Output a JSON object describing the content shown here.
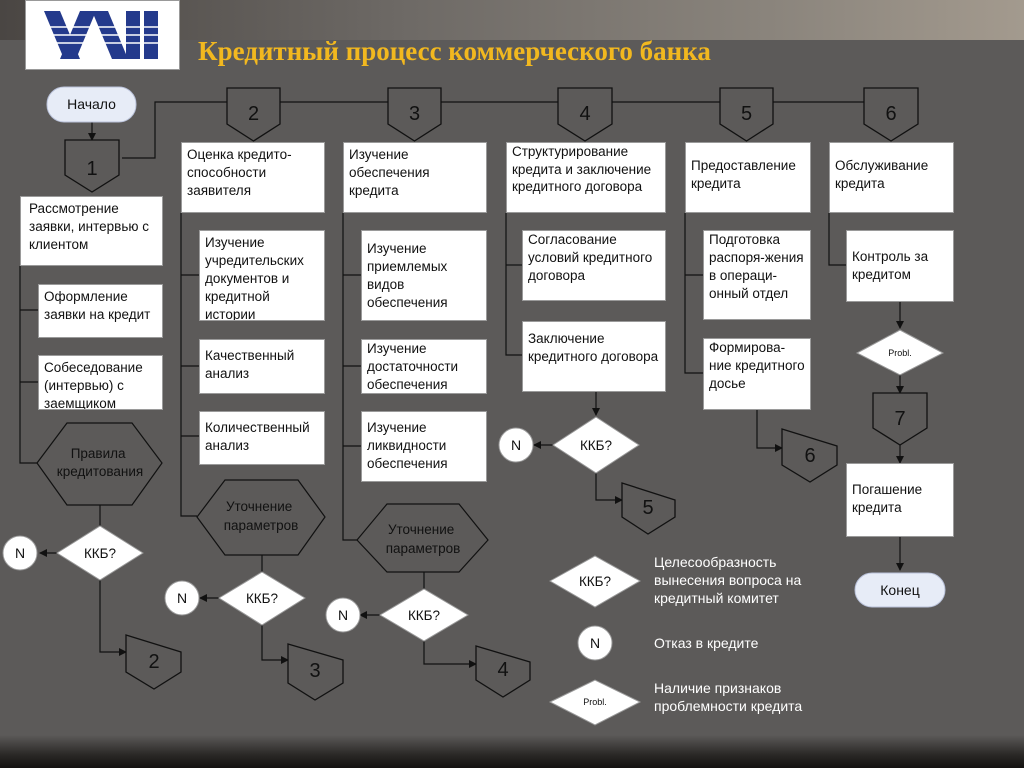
{
  "title": "Кредитный процесс коммерческого банка",
  "start": "Начало",
  "end": "Конец",
  "kkb": "ККБ?",
  "n": "N",
  "probl": "Probl.",
  "connectors": [
    "1",
    "2",
    "3",
    "4",
    "5",
    "6",
    "7"
  ],
  "stages": {
    "s1": "Рассмотрение заявки, интервью с клиентом",
    "s2": "Оценка кредито-способности заявителя",
    "s3": "Изучение обеспечения кредита",
    "s4": "Структурирование кредита и заключение кредитного договора",
    "s5": "Предоставление кредита",
    "s6": "Обслуживание кредита"
  },
  "steps": {
    "s1a": "Оформление заявки на кредит",
    "s1b": "Собеседование (интервью) с заемщиком",
    "s1c": "Правила кредитования",
    "s2a": "Изучение учредительских документов и кредитной истории",
    "s2b": "Качественный анализ",
    "s2c": "Количественный анализ",
    "s2d": "Уточнение параметров",
    "s3a": "Изучение приемлемых видов обеспечения",
    "s3b": "Изучение достаточности обеспечения",
    "s3c": "Изучение ликвидности обеспечения",
    "s3d": "Уточнение параметров",
    "s4a": "Согласование условий кредитного договора",
    "s4b": "Заключение кредитного договора",
    "s5a": "Подготовка распоря-жения в операци-онный отдел",
    "s5b": "Формирова-ние кредитного досье",
    "s6a": "Контроль за кредитом",
    "s6b": "Погашение кредита"
  },
  "legend": {
    "kkb": "Целесообразность вынесения вопроса на кредитный комитет",
    "n": "Отказ в кредите",
    "probl": "Наличие признаков проблемности кредита"
  },
  "colors": {
    "background": "#5c5a59",
    "title": "#f2b81f",
    "logo_blue": "#243a8c",
    "terminal": "#e7ecf7"
  }
}
